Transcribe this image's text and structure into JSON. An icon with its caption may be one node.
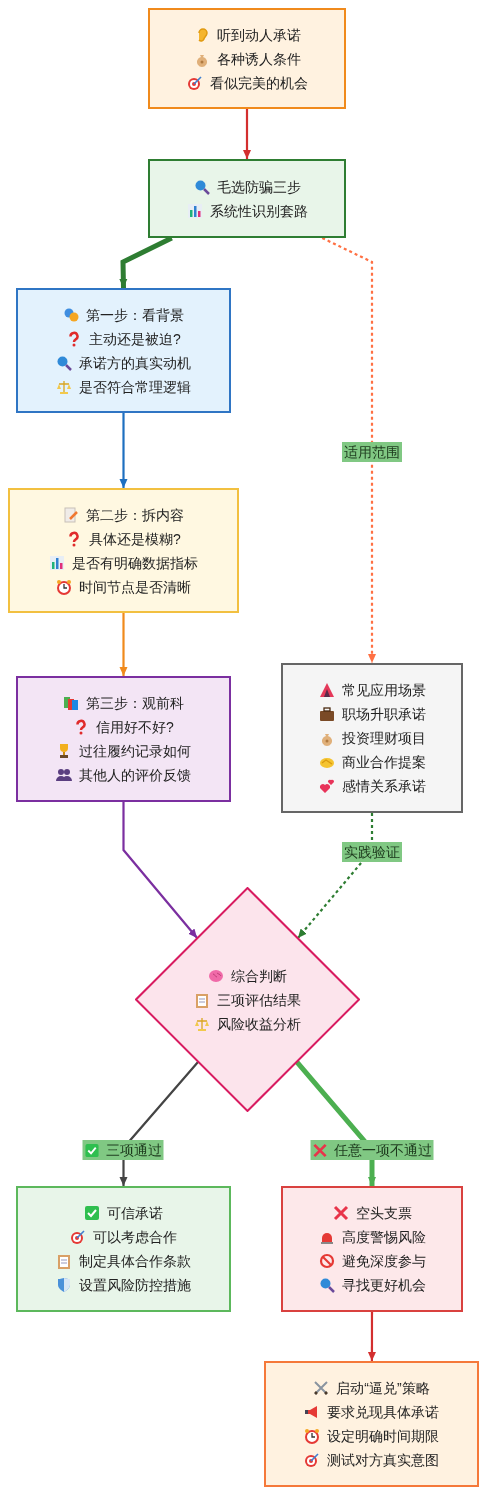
{
  "diagram": {
    "nodes": [
      {
        "text": [
          "听到动人承诺",
          "各种诱人条件",
          "看似完美的机会"
        ]
      },
      {
        "text": [
          "毛选防骗三步",
          "系统性识别套路"
        ]
      },
      {
        "text": [
          "第一步：看背景",
          "主动还是被迫?",
          "承诺方的真实动机",
          "是否符合常理逻辑"
        ]
      },
      {
        "text": [
          "第二步：拆内容",
          "具体还是模糊?",
          "是否有明确数据指标",
          "时间节点是否清晰"
        ]
      },
      {
        "text": [
          "第三步：观前科",
          "信用好不好?",
          "过往履约记录如何",
          "其他人的评价反馈"
        ]
      },
      {
        "text": [
          "常见应用场景",
          "职场升职承诺",
          "投资理财项目",
          "商业合作提案",
          "感情关系承诺"
        ]
      },
      {
        "text": [
          "综合判断",
          "三项评估结果",
          "风险收益分析"
        ]
      },
      {
        "text": [
          "可信承诺",
          "可以考虑合作",
          "制定具体合作条款",
          "设置风险防控措施"
        ]
      },
      {
        "text": [
          "空头支票",
          "高度警惕风险",
          "避免深度参与",
          "寻找更好机会"
        ]
      },
      {
        "text": [
          "启动“逼兑”策略",
          "要求兑现具体承诺",
          "设定明确时间期限",
          "测试对方真实意图"
        ]
      }
    ],
    "edges": [
      {
        "from": 0,
        "to": 1,
        "arrow": "to",
        "color": "#d32f2f"
      },
      {
        "from": 1,
        "to": 2,
        "arrow": "to",
        "style": "thick",
        "color": "#2e7d32"
      },
      {
        "from": 1,
        "to": 5,
        "arrow": "to",
        "label": "适用范围",
        "style": "dashed",
        "color": "#ff7043"
      },
      {
        "from": 2,
        "to": 3,
        "arrow": "to",
        "color": "#1e6fc0"
      },
      {
        "from": 3,
        "to": 4,
        "arrow": "to",
        "color": "#f08a1c"
      },
      {
        "from": 4,
        "to": 6,
        "arrow": "to",
        "color": "#7b2fa0"
      },
      {
        "from": 5,
        "to": 6,
        "arrow": "to",
        "label": "实践验证",
        "style": "dashed",
        "color": "#2e7d32"
      },
      {
        "from": 6,
        "to": 7,
        "arrow": "to",
        "label": "三项通过",
        "color": "#444444"
      },
      {
        "from": 6,
        "to": 8,
        "arrow": "to",
        "label": "任意一项不通过",
        "style": "thick",
        "color": "#4caf50"
      },
      {
        "from": 8,
        "to": 9,
        "arrow": "to",
        "color": "#d32f2f"
      }
    ]
  }
}
